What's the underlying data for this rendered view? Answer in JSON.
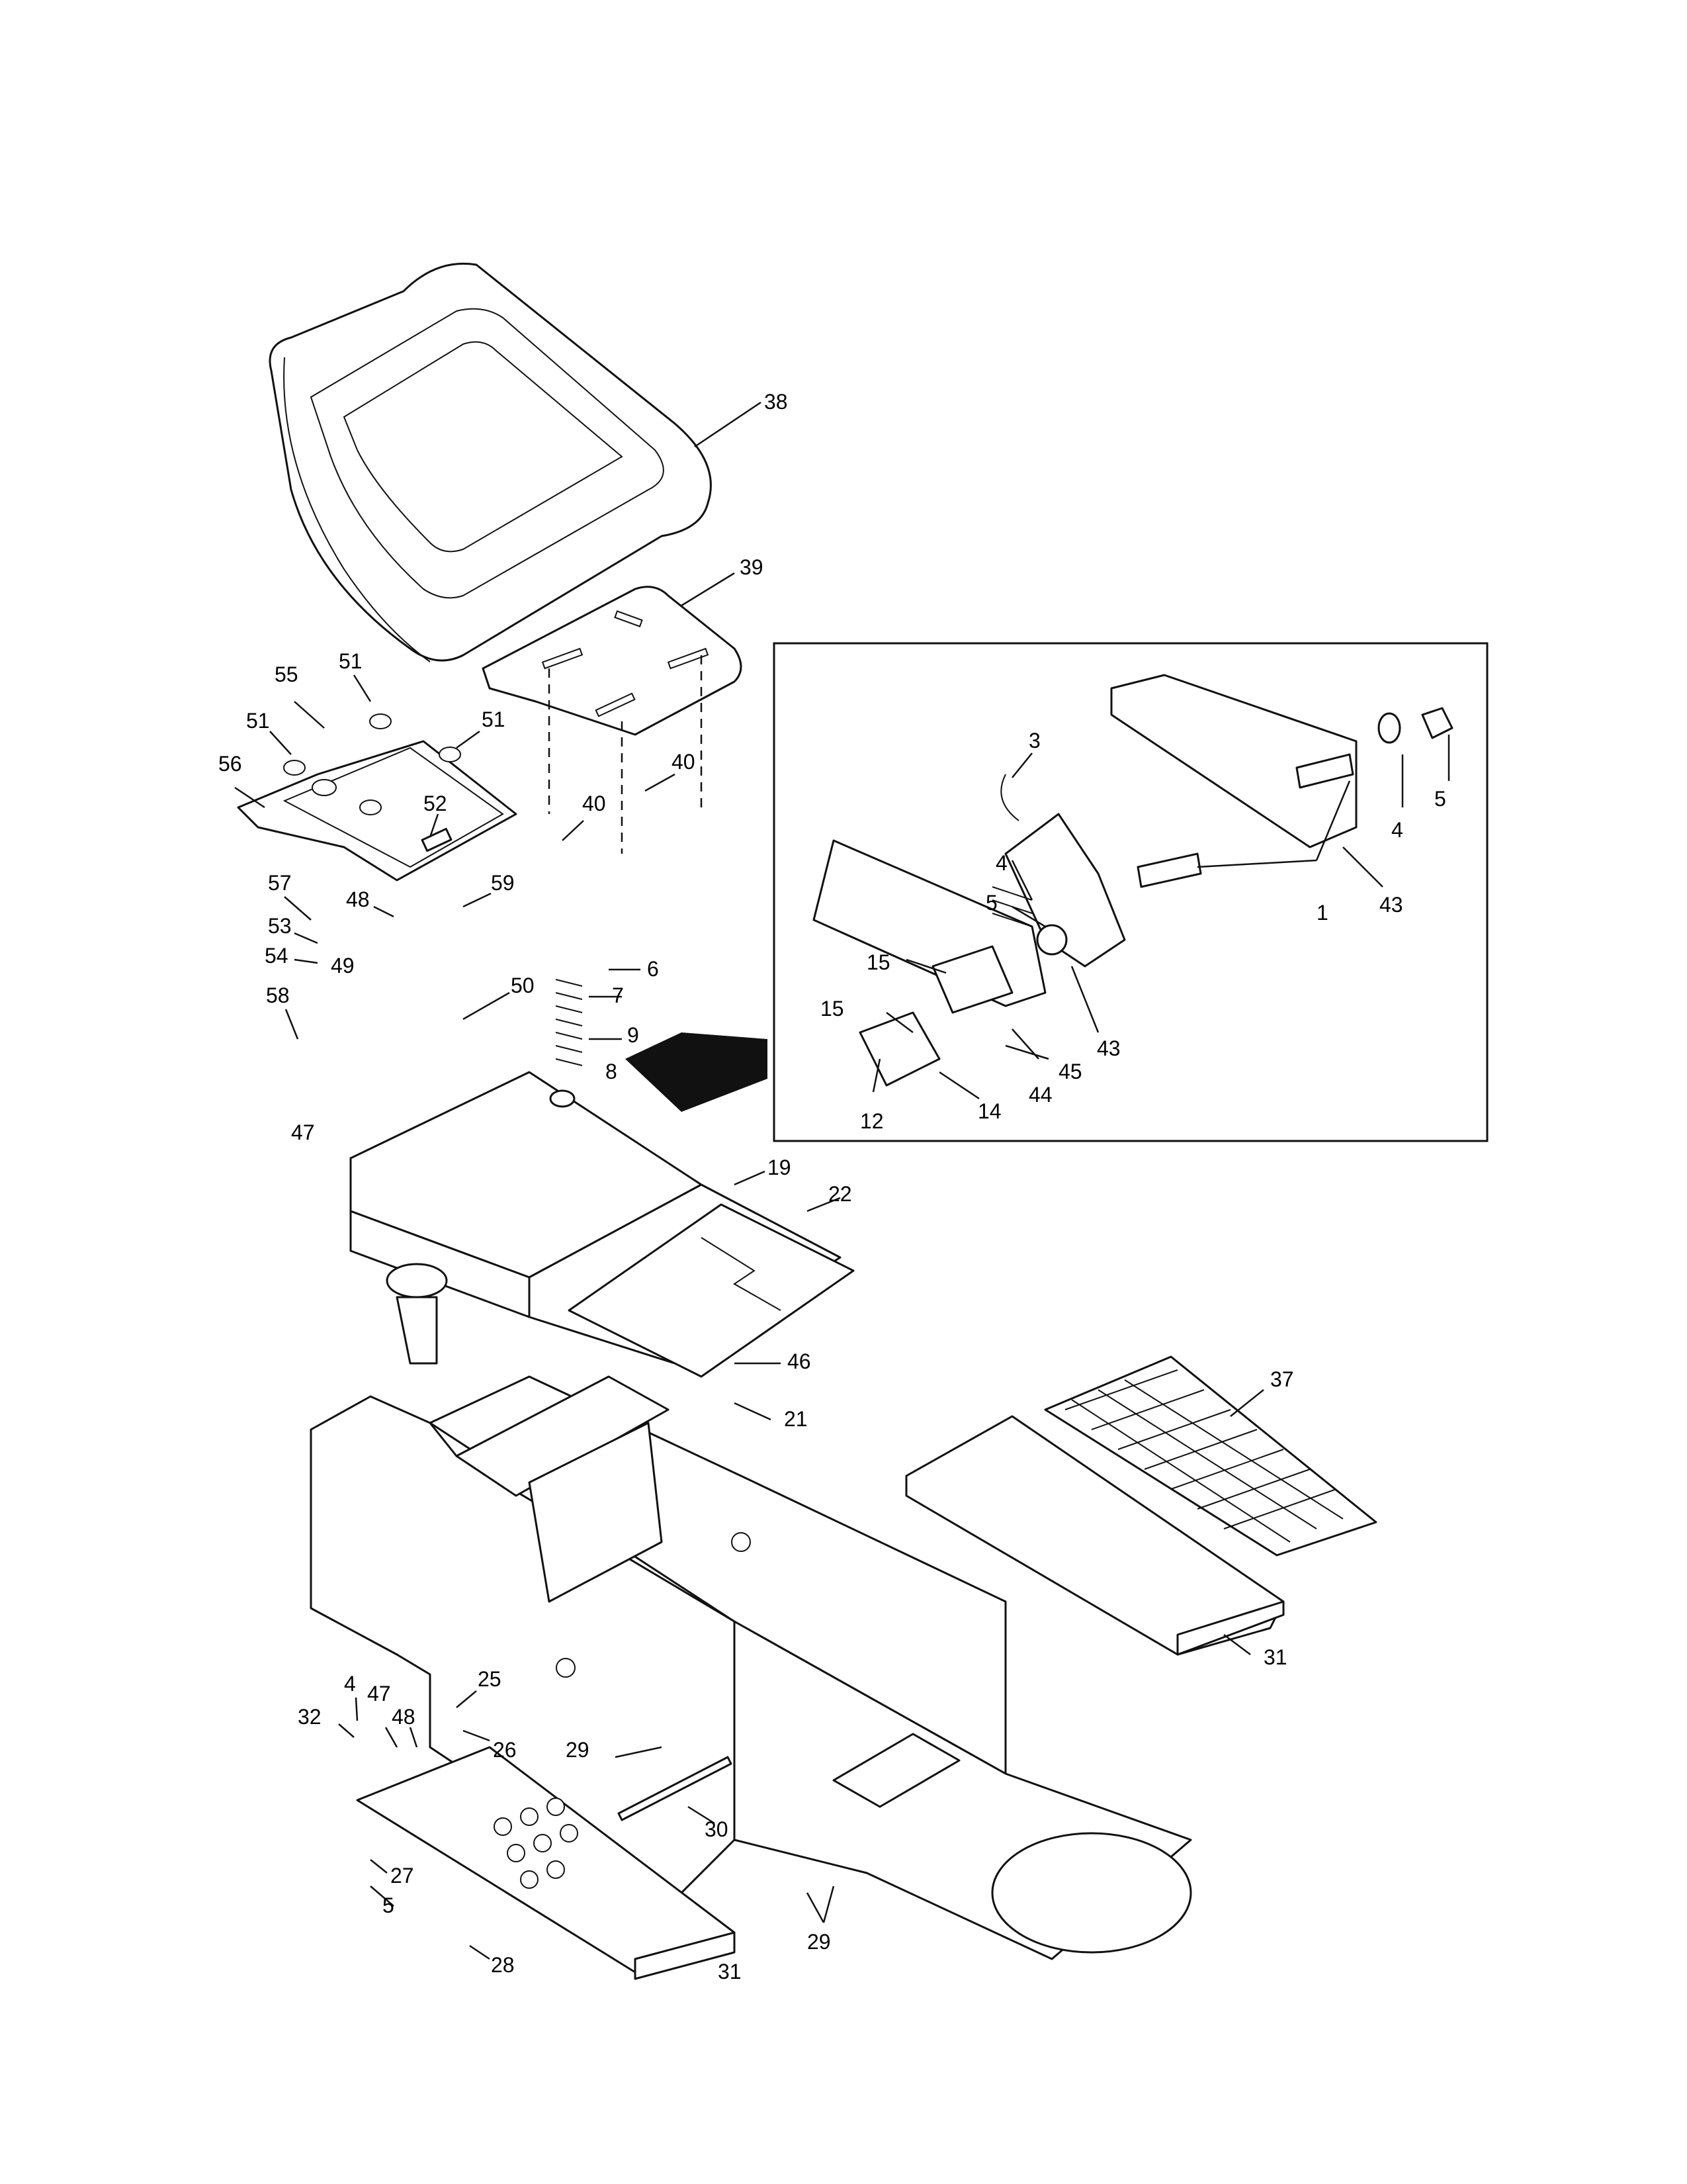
{
  "colors": {
    "ink": "#111111",
    "paper": "#ffffff"
  },
  "callouts": [
    {
      "id": "c38",
      "label": "38"
    },
    {
      "id": "c39",
      "label": "39"
    },
    {
      "id": "c55",
      "label": "55"
    },
    {
      "id": "c51a",
      "label": "51"
    },
    {
      "id": "c51b",
      "label": "51"
    },
    {
      "id": "c51c",
      "label": "51"
    },
    {
      "id": "c56",
      "label": "56"
    },
    {
      "id": "c52",
      "label": "52"
    },
    {
      "id": "c40a",
      "label": "40"
    },
    {
      "id": "c40b",
      "label": "40"
    },
    {
      "id": "c57",
      "label": "57"
    },
    {
      "id": "c48a",
      "label": "48"
    },
    {
      "id": "c59",
      "label": "59"
    },
    {
      "id": "c53",
      "label": "53"
    },
    {
      "id": "c54",
      "label": "54"
    },
    {
      "id": "c49",
      "label": "49"
    },
    {
      "id": "c50",
      "label": "50"
    },
    {
      "id": "c58",
      "label": "58"
    },
    {
      "id": "c47a",
      "label": "47"
    },
    {
      "id": "c6",
      "label": "6"
    },
    {
      "id": "c7",
      "label": "7"
    },
    {
      "id": "c9",
      "label": "9"
    },
    {
      "id": "c8",
      "label": "8"
    },
    {
      "id": "c19",
      "label": "19"
    },
    {
      "id": "c22",
      "label": "22"
    },
    {
      "id": "c46",
      "label": "46"
    },
    {
      "id": "c21",
      "label": "21"
    },
    {
      "id": "c37",
      "label": "37"
    },
    {
      "id": "c31a",
      "label": "31"
    },
    {
      "id": "c31b",
      "label": "31"
    },
    {
      "id": "c3",
      "label": "3"
    },
    {
      "id": "c4a",
      "label": "4"
    },
    {
      "id": "c5a",
      "label": "5"
    },
    {
      "id": "c4b",
      "label": "4"
    },
    {
      "id": "c5b",
      "label": "5"
    },
    {
      "id": "c1",
      "label": "1"
    },
    {
      "id": "c43a",
      "label": "43"
    },
    {
      "id": "c43b",
      "label": "43"
    },
    {
      "id": "c15a",
      "label": "15"
    },
    {
      "id": "c15b",
      "label": "15"
    },
    {
      "id": "c45",
      "label": "45"
    },
    {
      "id": "c44",
      "label": "44"
    },
    {
      "id": "c14",
      "label": "14"
    },
    {
      "id": "c12",
      "label": "12"
    },
    {
      "id": "c32",
      "label": "32"
    },
    {
      "id": "c4c",
      "label": "4"
    },
    {
      "id": "c47b",
      "label": "47"
    },
    {
      "id": "c48b",
      "label": "48"
    },
    {
      "id": "c25",
      "label": "25"
    },
    {
      "id": "c26",
      "label": "26"
    },
    {
      "id": "c29a",
      "label": "29"
    },
    {
      "id": "c30",
      "label": "30"
    },
    {
      "id": "c27",
      "label": "27"
    },
    {
      "id": "c5c",
      "label": "5"
    },
    {
      "id": "c28",
      "label": "28"
    },
    {
      "id": "c29b",
      "label": "29"
    }
  ]
}
